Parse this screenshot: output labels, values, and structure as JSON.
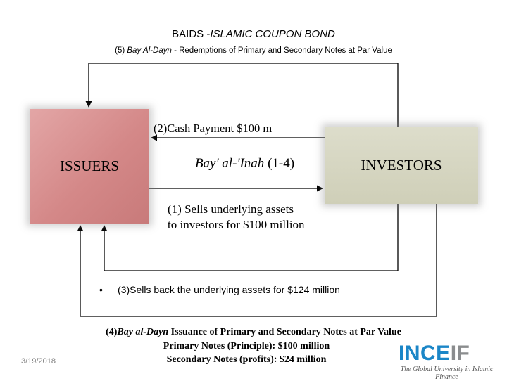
{
  "header": {
    "title_prefix": "BAIDS -",
    "title_italic": "ISLAMIC COUPON BOND",
    "subtitle_prefix": "(5) ",
    "subtitle_italic": "Bay Al-Dayn",
    "subtitle_rest": " - Redemptions of Primary and Secondary Notes at Par Value"
  },
  "nodes": {
    "issuers": "ISSUERS",
    "investors": "INVESTORS"
  },
  "flows": {
    "cash_payment": "(2)Cash Payment $100 m",
    "bay_italic": "Bay' al-'Inah",
    "bay_rest": " (1-4)",
    "sells_line1": "(1) Sells underlying assets",
    "sells_line2": "to investors for $100 million",
    "sells_back_bullet": "•",
    "sells_back": "(3)Sells back the underlying assets for $124 million"
  },
  "footer": {
    "issuance_prefix": "(4)",
    "issuance_italic": "Bay al-Dayn",
    "issuance_rest": " Issuance of Primary and Secondary Notes at Par Value",
    "primary": "Primary Notes (Principle): $100 million",
    "secondary": "Secondary Notes (profits): $24 million",
    "date": "3/19/2018"
  },
  "logo": {
    "word_a": "INCE",
    "word_b": "IF",
    "tagline": "The Global University in Islamic Finance"
  },
  "colors": {
    "issuers_box": "#d48888",
    "investors_box": "#cfcfb8",
    "logo_blue": "#1b86c7",
    "logo_gray": "#8a8c8e"
  }
}
